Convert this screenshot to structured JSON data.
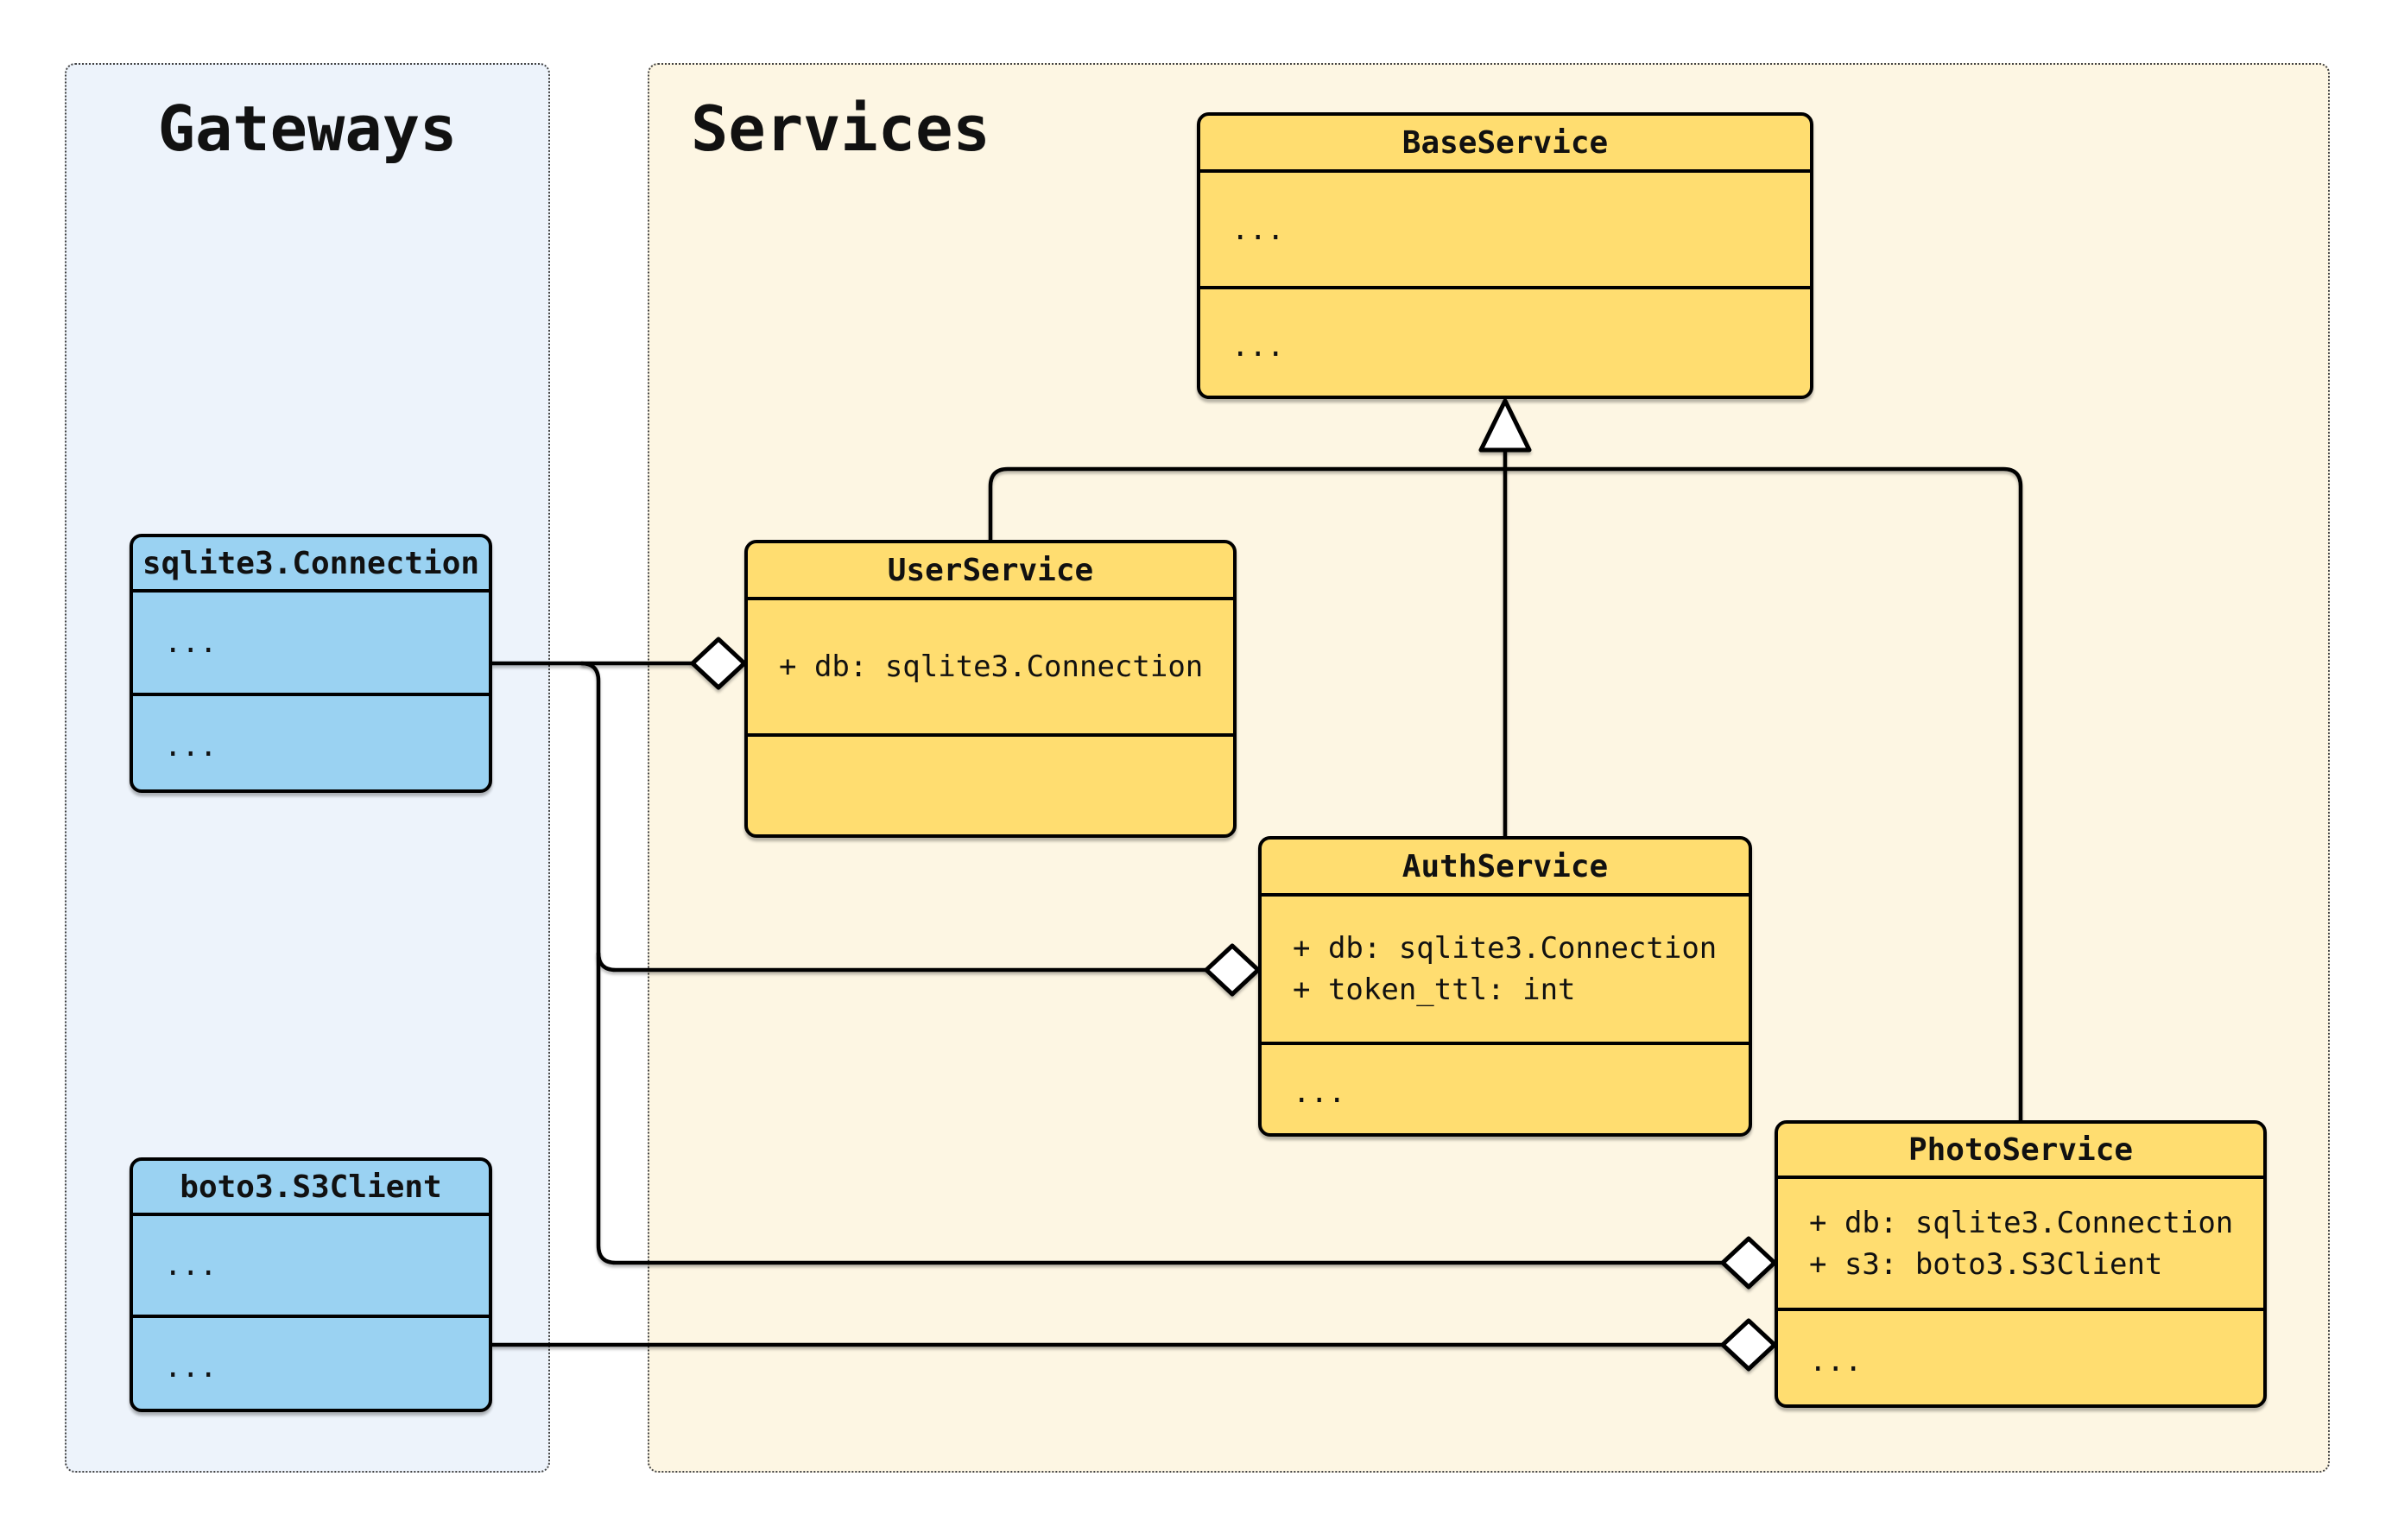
{
  "diagram": {
    "type": "uml-class-diagram",
    "groups": {
      "gateways": {
        "title": "Gateways"
      },
      "services": {
        "title": "Services"
      }
    },
    "classes": {
      "sqlite": {
        "name": "sqlite3.Connection",
        "attributes": [
          "..."
        ],
        "methods": [
          "..."
        ]
      },
      "boto3": {
        "name": "boto3.S3Client",
        "attributes": [
          "..."
        ],
        "methods": [
          "..."
        ]
      },
      "base": {
        "name": "BaseService",
        "attributes": [
          "..."
        ],
        "methods": [
          "..."
        ]
      },
      "user": {
        "name": "UserService",
        "attributes": [
          "+ db: sqlite3.Connection"
        ],
        "methods": []
      },
      "auth": {
        "name": "AuthService",
        "attributes": [
          "+ db: sqlite3.Connection",
          "+ token_ttl: int"
        ],
        "methods": [
          "..."
        ]
      },
      "photo": {
        "name": "PhotoService",
        "attributes": [
          "+ db: sqlite3.Connection",
          "+ s3: boto3.S3Client"
        ],
        "methods": [
          "..."
        ]
      }
    },
    "relationships": [
      {
        "type": "inheritance",
        "from": "UserService",
        "to": "BaseService"
      },
      {
        "type": "inheritance",
        "from": "AuthService",
        "to": "BaseService"
      },
      {
        "type": "inheritance",
        "from": "PhotoService",
        "to": "BaseService"
      },
      {
        "type": "aggregation",
        "from": "UserService",
        "to": "sqlite3.Connection"
      },
      {
        "type": "aggregation",
        "from": "AuthService",
        "to": "sqlite3.Connection"
      },
      {
        "type": "aggregation",
        "from": "PhotoService",
        "to": "sqlite3.Connection"
      },
      {
        "type": "aggregation",
        "from": "PhotoService",
        "to": "boto3.S3Client"
      }
    ],
    "colors": {
      "service_box_fill": "#ffdd70",
      "gateway_box_fill": "#9ad2f2",
      "gateways_group_bg": "#edf3fb",
      "services_group_bg": "#fdf6e3",
      "stroke": "#000000",
      "page_bg": "#ffffff"
    }
  }
}
